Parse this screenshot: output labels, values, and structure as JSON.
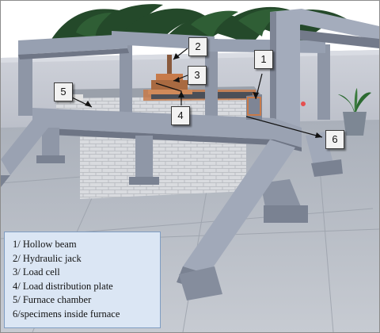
{
  "callouts": {
    "c1": "1",
    "c2": "2",
    "c3": "3",
    "c4": "4",
    "c5": "5",
    "c6": "6"
  },
  "legend": {
    "items": [
      "1/ Hollow beam",
      "2/ Hydraulic jack",
      "3/ Load cell",
      "4/ Load distribution plate",
      "5/ Furnace chamber",
      "6/specimens inside furnace"
    ]
  },
  "colors": {
    "sky": "#ffffff",
    "back_wall": "#c6c9d2",
    "concrete_frame": "#8e96a6",
    "concrete_dark": "#6f7686",
    "ground": "#b7bcc5",
    "brick": "#d7d9dd",
    "plant_green": "#1f4a22",
    "copper_trim": "#c77a4a",
    "legend_fill": "#dbe6f4"
  }
}
